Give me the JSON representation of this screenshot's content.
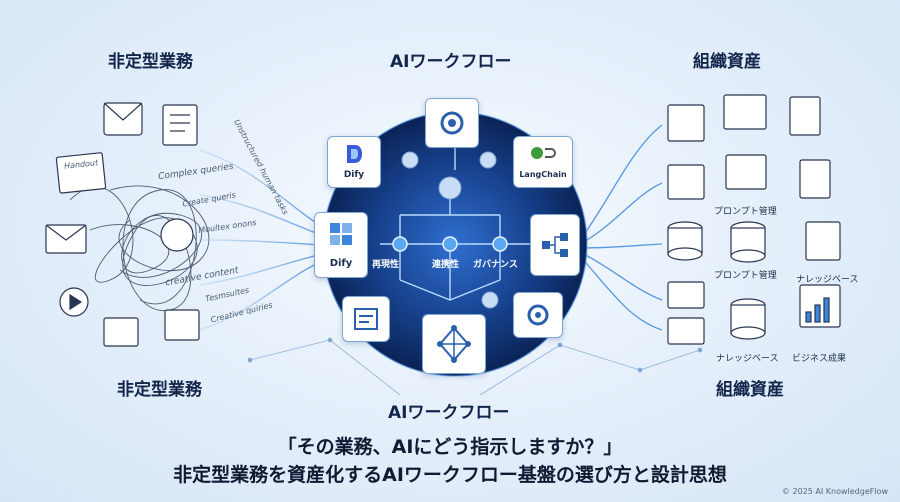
{
  "headings": {
    "left_top": "非定型業務",
    "center_top": "AIワークフロー",
    "right_top": "組織資産",
    "left_bottom": "非定型業務",
    "center_bottom": "AIワークフロー",
    "right_bottom": "組織資産"
  },
  "handwritten": {
    "unstructured": "Unstructured human tasks",
    "complex": "Complex queries",
    "create": "Create queris",
    "multiple": "Moultex onons",
    "creative": "creative content",
    "templates": "Tesmsultes",
    "creative_quiries": "Creative quiries",
    "note": "Handout"
  },
  "tools": {
    "dify_top": "Dify",
    "langchain": "LangChain",
    "dify_left": "Dify"
  },
  "flow_labels": {
    "reproducibility": "再現性",
    "collaboration": "連携性",
    "governance": "ガバナンス"
  },
  "assets": {
    "prompt_mgmt_1": "プロンプト管理",
    "prompt_mgmt_2": "プロンプト管理",
    "knowledge_1": "ナレッジベース",
    "knowledge_2": "ナレッジベース",
    "business": "ビジネス成果"
  },
  "title": {
    "line1": "「その業務、AIにどう指示しますか？」",
    "line2": "非定型業務を資産化するAIワークフロー基盤の選び方と設計思想"
  },
  "copyright": "© 2025 AI KnowledgeFlow"
}
